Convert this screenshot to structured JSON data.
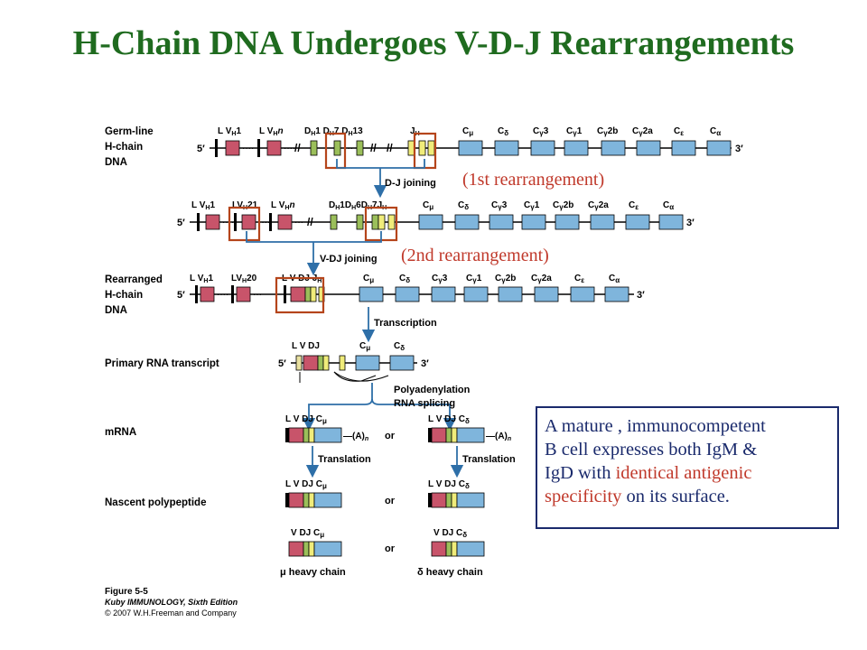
{
  "title": "H-Chain DNA Undergoes V-D-J Rearrangements",
  "notes": {
    "first": "(1st rearrangement)",
    "second": "(2nd rearrangement)"
  },
  "callout": {
    "line1": "A mature , immunocompetent",
    "line2": "B cell expresses both IgM &",
    "line3_start": "IgD with ",
    "line3_red": "identical antigenic",
    "line4_red": "specificity",
    "line4_end": " on its surface."
  },
  "rows": {
    "germline_label": [
      "Germ-line",
      "H-chain",
      "DNA"
    ],
    "rearranged_label": [
      "Rearranged",
      "H-chain",
      "DNA"
    ],
    "primary_label": "Primary RNA transcript",
    "mrna_label": "mRNA",
    "nascent_label": "Nascent polypeptide"
  },
  "steps": {
    "dj": "D-J joining",
    "vdj": "V-DJ joining",
    "transcription": "Transcription",
    "polyA": "Polyadenylation",
    "splicing": "RNA splicing",
    "translation": "Translation",
    "or": "or"
  },
  "chains": {
    "mu": "μ heavy chain",
    "delta": "δ heavy chain"
  },
  "figure": {
    "line1": "Figure 5-5",
    "line2": "Kuby IMMUNOLOGY, Sixth Edition",
    "line3": "© 2007 W.H.Freeman and Company"
  },
  "colors": {
    "v_segment": "#c8546a",
    "d_segment": "#9bbf5a",
    "j_segment": "#f0ec7a",
    "c_segment": "#7fb5dc",
    "arrow": "#2e6fa8",
    "highlight": "#b5451b",
    "title": "#1f6b1f"
  }
}
